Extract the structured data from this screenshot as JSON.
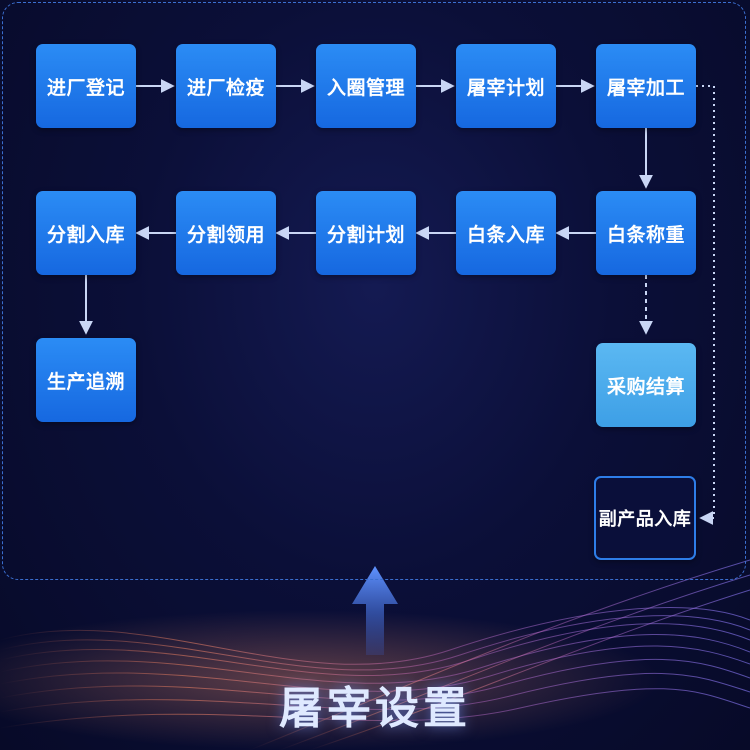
{
  "steps": {
    "entry_registration": "进厂登记",
    "entry_quarantine": "进厂检疫",
    "pen_management": "入圈管理",
    "slaughter_plan": "屠宰计划",
    "slaughter_processing": "屠宰加工",
    "carcass_weighing": "白条称重",
    "carcass_storage": "白条入库",
    "cutting_plan": "分割计划",
    "cutting_requisition": "分割领用",
    "cutting_storage": "分割入库",
    "production_trace": "生产追溯",
    "purchase_settlement": "采购结算",
    "byproduct_storage": "副产品入库"
  },
  "footer": {
    "title": "屠宰设置"
  },
  "colors": {
    "box_primary": "#1f7aec",
    "box_light": "#4aaeee",
    "connector": "#c9d6f5",
    "frame_dash": "#3b6fd0",
    "background": "#0b0f38"
  }
}
